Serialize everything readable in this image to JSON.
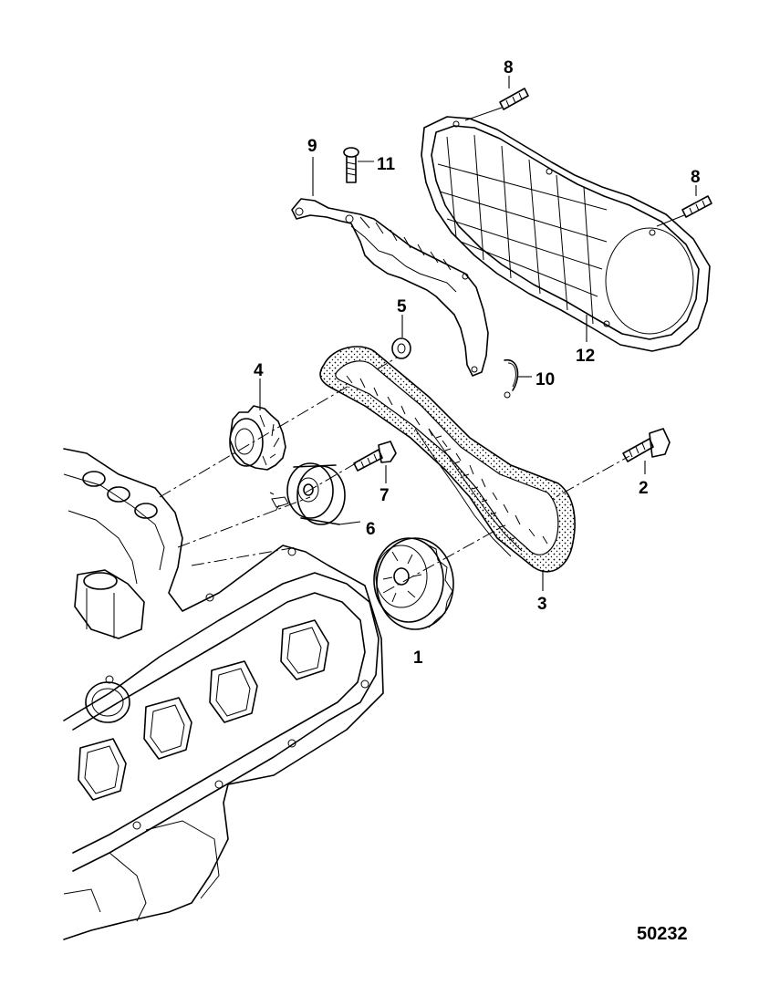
{
  "callouts": [
    {
      "id": "1",
      "label": "1"
    },
    {
      "id": "2",
      "label": "2"
    },
    {
      "id": "3",
      "label": "3"
    },
    {
      "id": "4",
      "label": "4"
    },
    {
      "id": "5",
      "label": "5"
    },
    {
      "id": "6",
      "label": "6"
    },
    {
      "id": "7",
      "label": "7"
    },
    {
      "id": "8a",
      "label": "8"
    },
    {
      "id": "8b",
      "label": "8"
    },
    {
      "id": "9",
      "label": "9"
    },
    {
      "id": "10",
      "label": "10"
    },
    {
      "id": "11",
      "label": "11"
    },
    {
      "id": "12",
      "label": "12"
    }
  ],
  "reference_number": "50232"
}
